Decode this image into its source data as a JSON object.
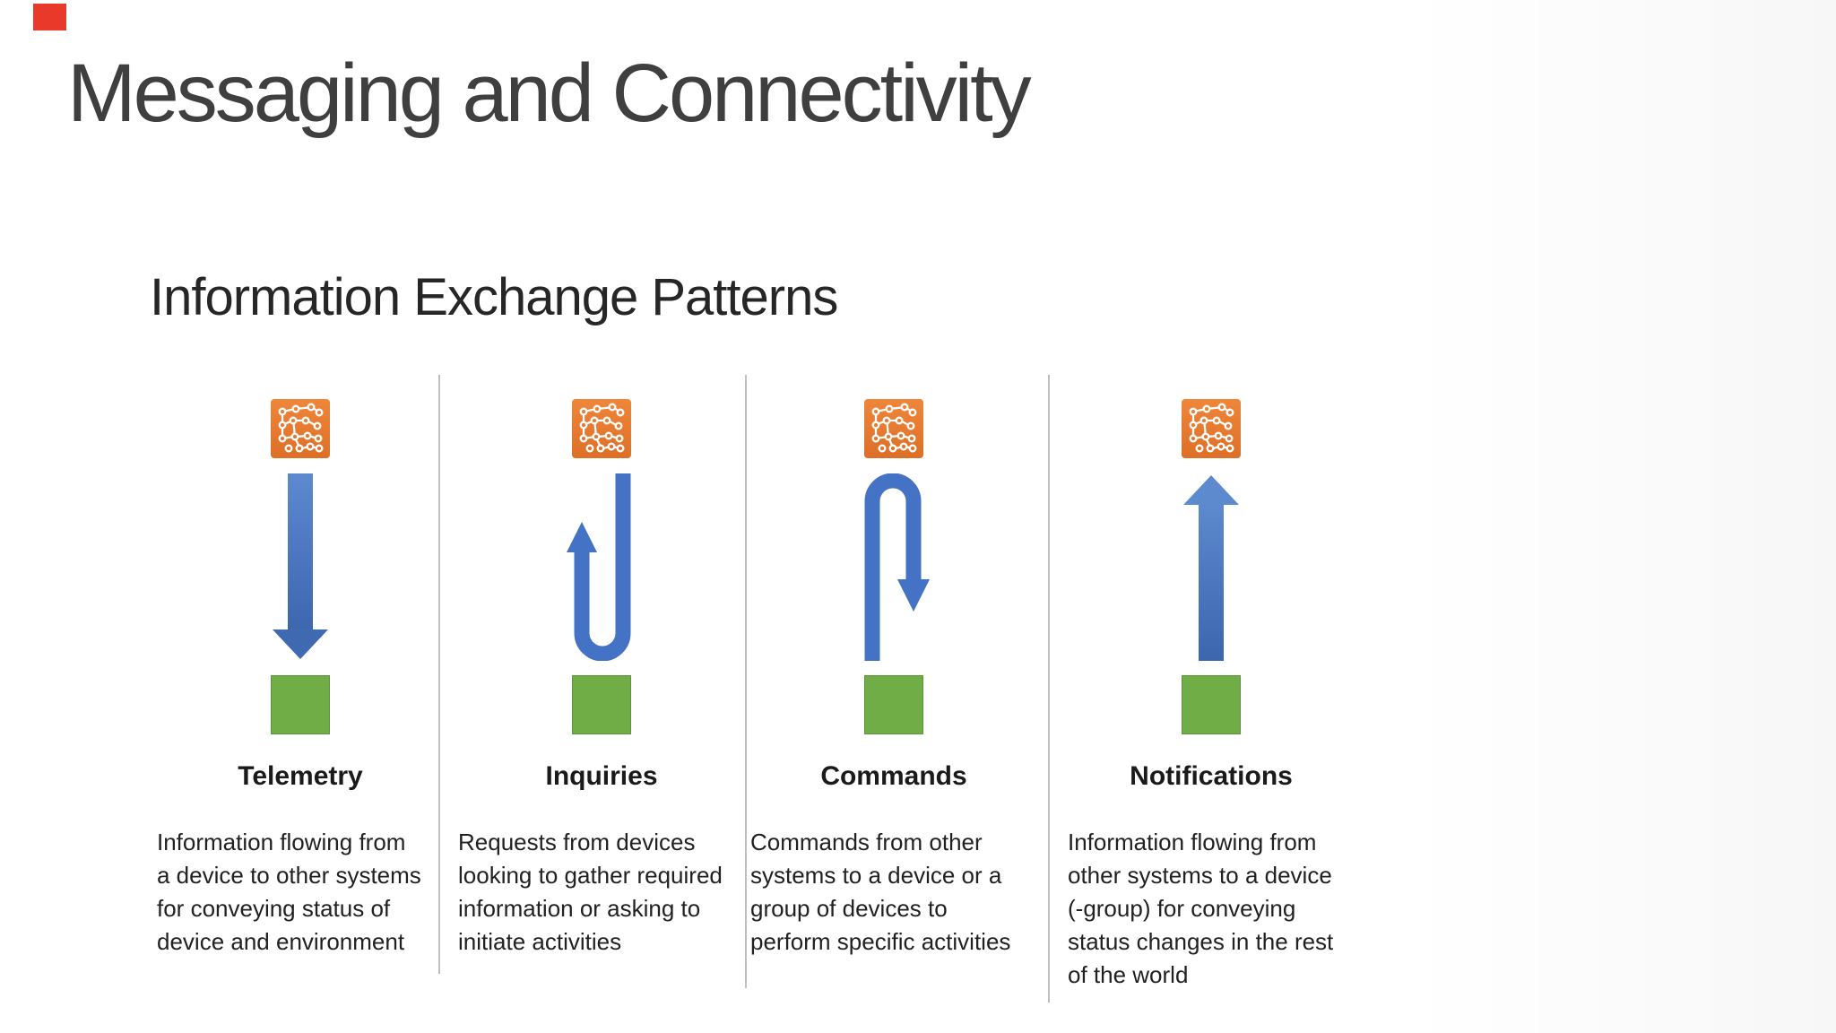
{
  "slide": {
    "title": "Messaging and Connectivity",
    "section_heading": "Information Exchange Patterns"
  },
  "colors": {
    "accent_red": "#E8392B",
    "icon_orange": "#E87A2E",
    "arrow_blue": "#4472C4",
    "device_green": "#70AD47",
    "divider_gray": "#C0C0C0",
    "title_gray": "#3F3F3F"
  },
  "patterns": [
    {
      "name": "Telemetry",
      "arrow_direction": "down",
      "description": "Information flowing from\na device to other systems\nfor conveying status of\ndevice and environment"
    },
    {
      "name": "Inquiries",
      "arrow_direction": "u-turn-up",
      "description": "Requests from devices\nlooking to gather required\ninformation or asking to\ninitiate activities"
    },
    {
      "name": "Commands",
      "arrow_direction": "u-turn-down",
      "description": "Commands from other\nsystems to a device or a\ngroup of devices to\nperform specific activities"
    },
    {
      "name": "Notifications",
      "arrow_direction": "up",
      "description": "Information flowing from\nother systems to a device\n(-group) for conveying\nstatus changes in the rest\nof the world"
    }
  ]
}
